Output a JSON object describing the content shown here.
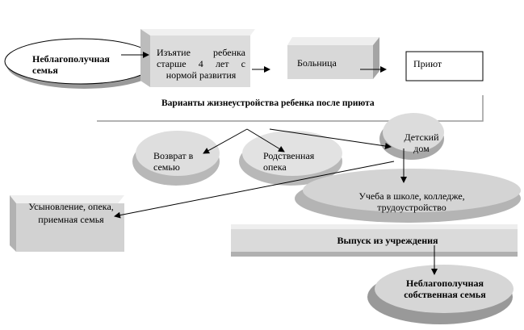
{
  "nodes": {
    "troubled_family": "Неблагополучная семья",
    "removal": "Изъятие ребенка старше 4 лет с нормой развития",
    "hospital": "Больница",
    "shelter": "Приют",
    "options_title": "Варианты жизнеустройства ребенка после приюта",
    "orphanage": "Детский дом",
    "return_family": "Возврат в семью",
    "kinship_care": "Родственная опека",
    "study": "Учеба в школе, колледже, трудоустройство",
    "adoption": "Усыновление, опека, приемная семья",
    "graduation": "Выпуск из учреждения",
    "own_troubled_family": "Неблагополучная собственная семья"
  },
  "colors": {
    "shape_fill": "#d0d0d0",
    "shape_top": "#ececec",
    "shape_side": "#a8a8a8",
    "line": "#000000"
  }
}
